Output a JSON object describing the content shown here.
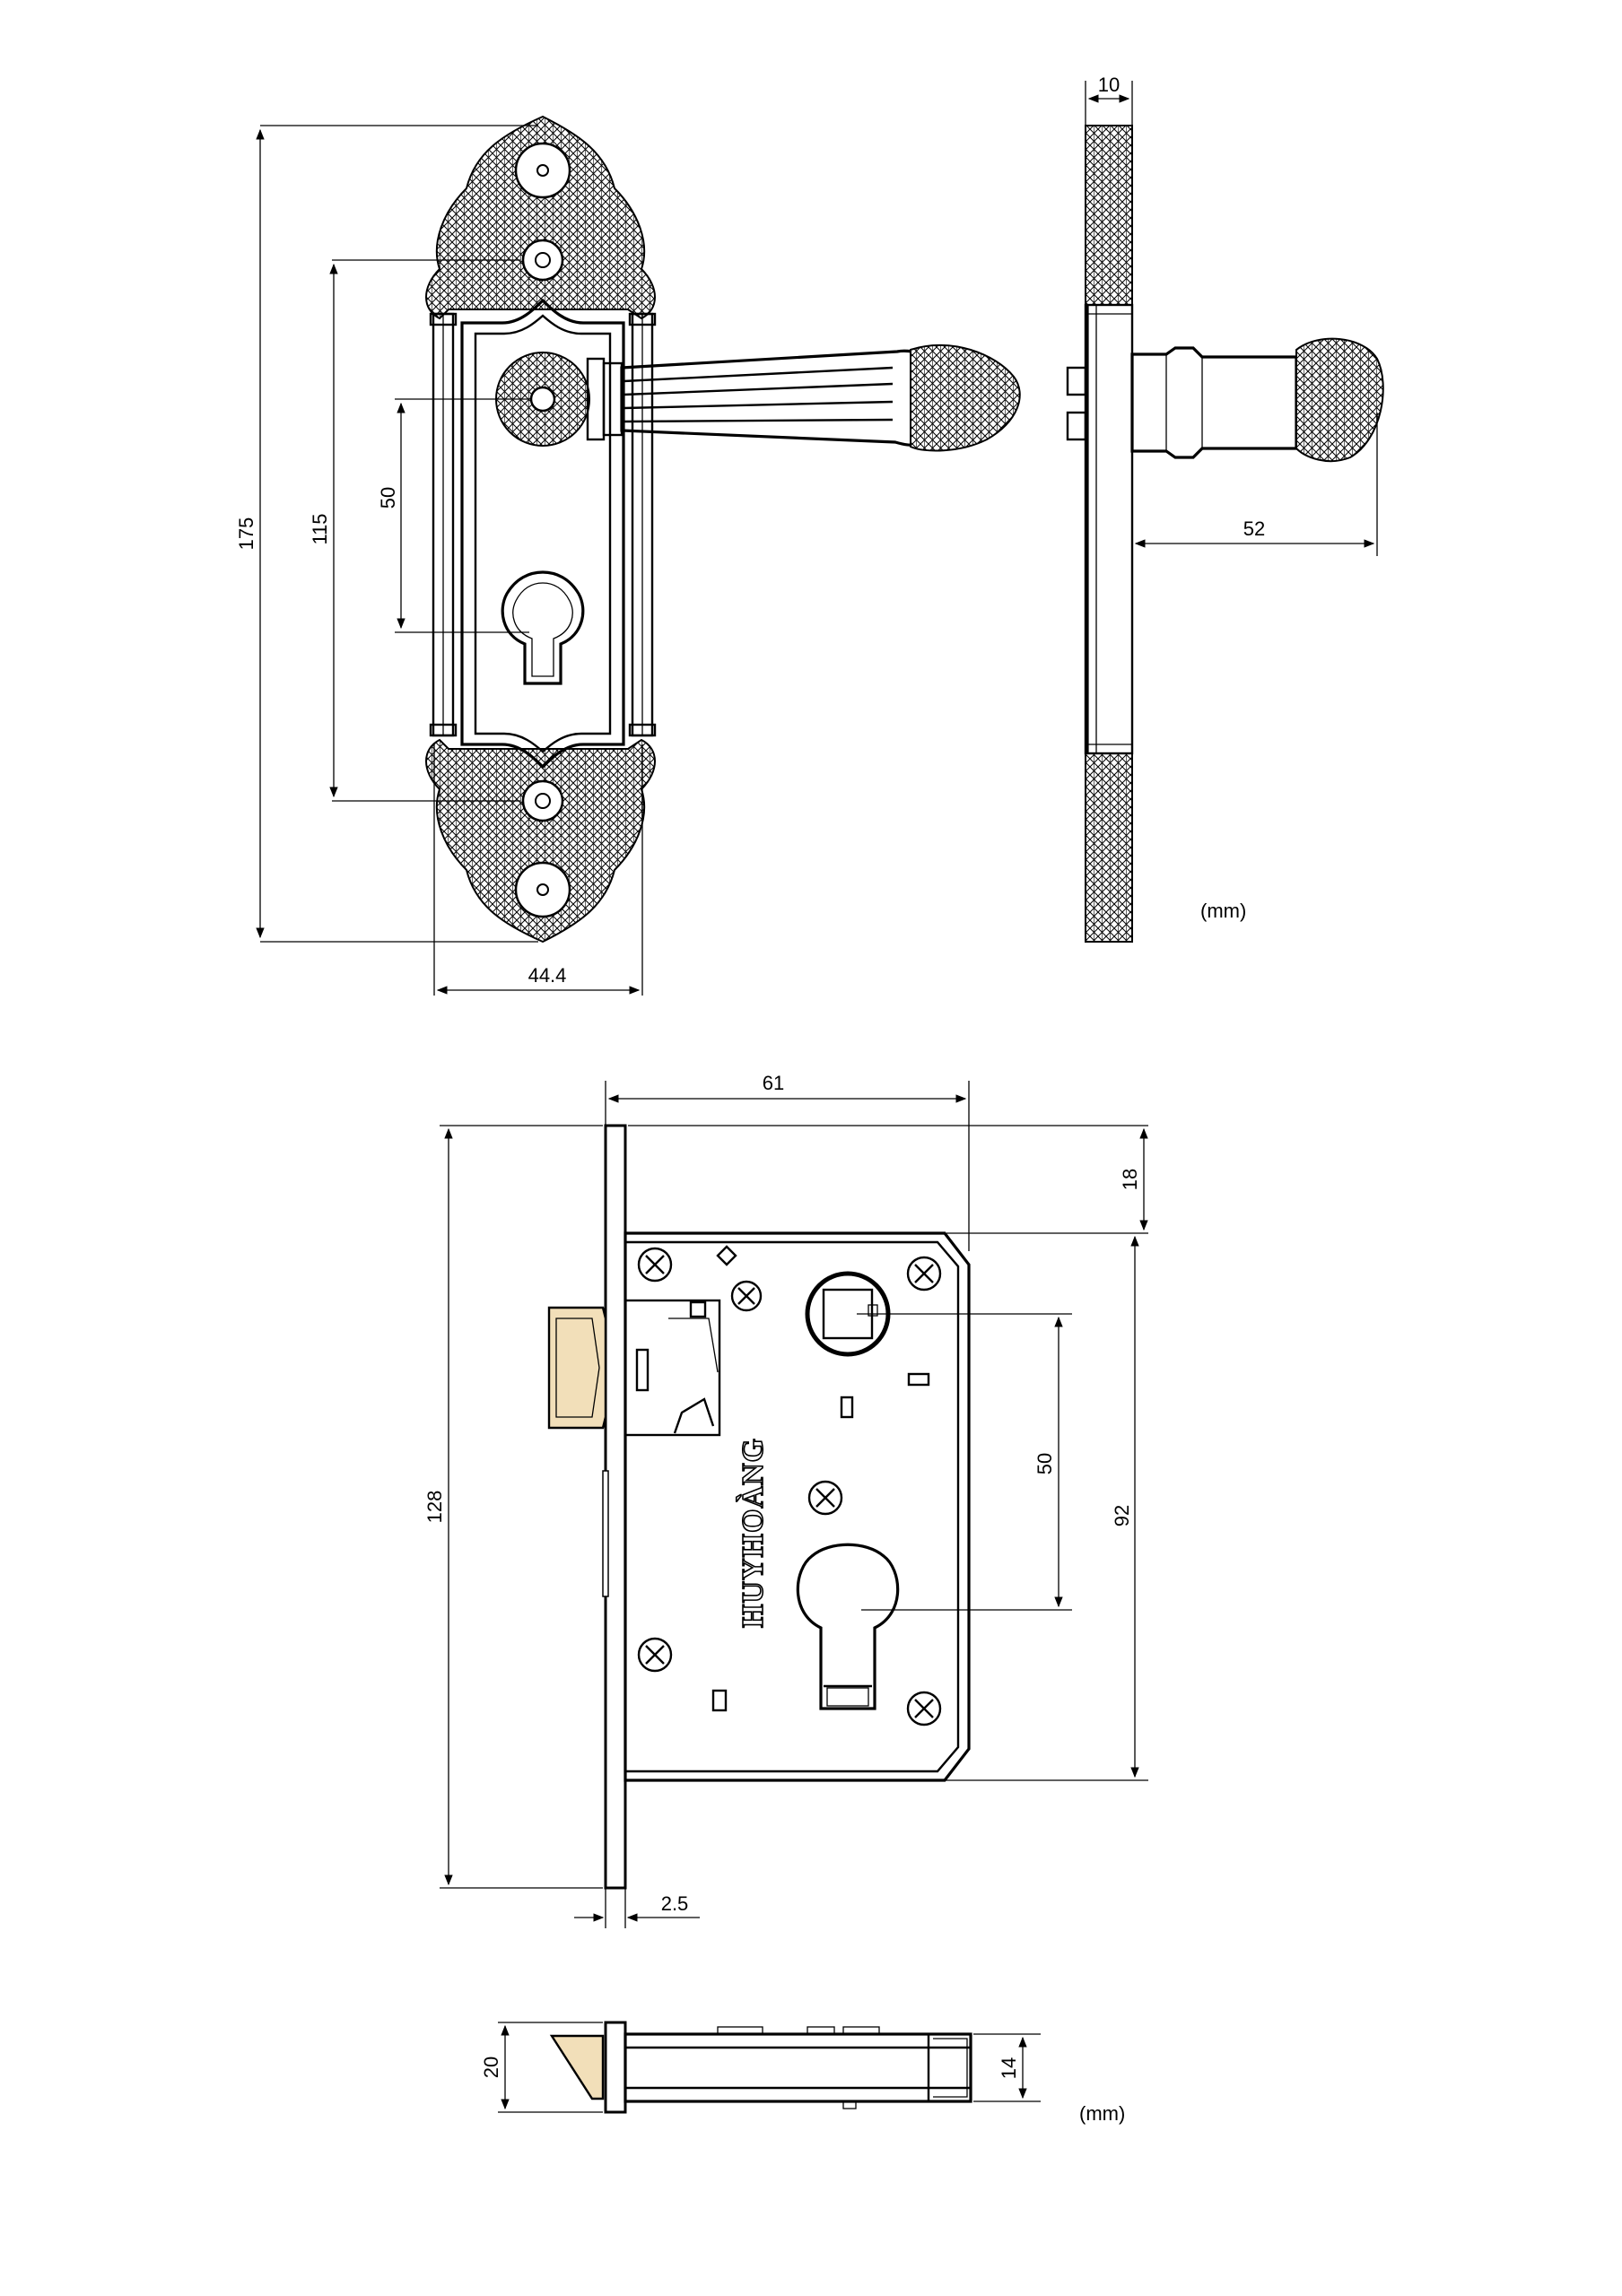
{
  "units_label": "(mm)",
  "brand_text": "HUYHOÀNG",
  "handle_front": {
    "height_total": "175",
    "screw_spacing": "115",
    "handle_to_key": "50",
    "width": "44.4"
  },
  "handle_side": {
    "plate_thickness": "10",
    "projection": "52"
  },
  "lock_body": {
    "backset": "61",
    "height_faceplate": "128",
    "top_offset": "18",
    "case_height": "92",
    "spindle_to_cylinder": "50",
    "faceplate_thickness": "2.5"
  },
  "lock_bottom": {
    "faceplate_depth": "20",
    "case_thickness": "14"
  },
  "colors": {
    "line": "#000000",
    "latch": "#f2dfb9",
    "background": "#ffffff"
  }
}
